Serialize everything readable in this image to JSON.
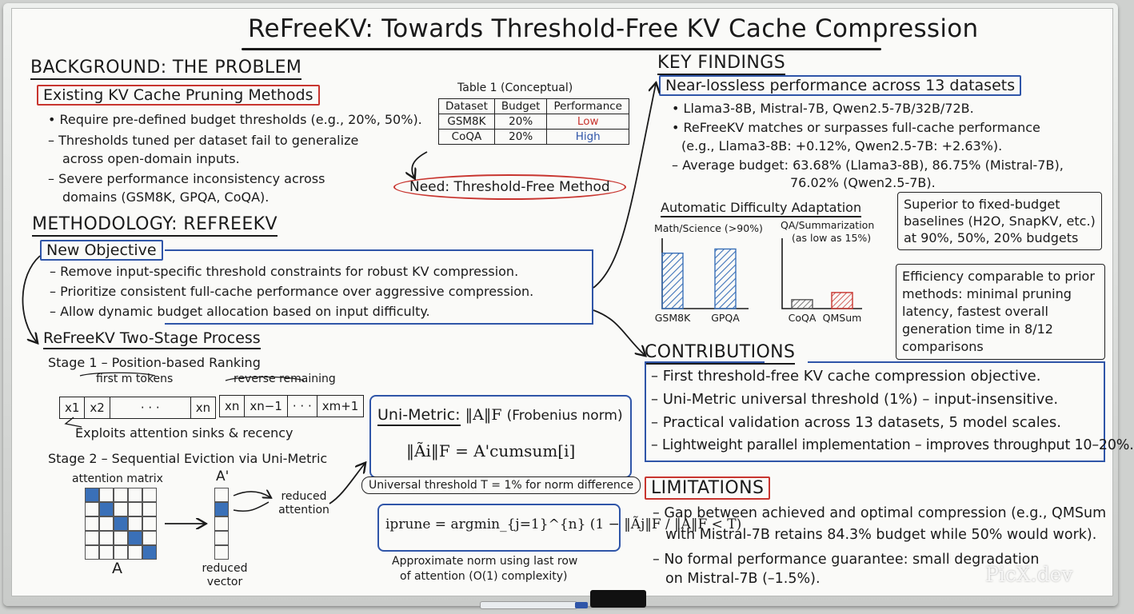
{
  "title": "ReFreeKV: Towards Threshold-Free KV Cache Compression",
  "background": {
    "heading": "BACKGROUND: THE PROBLEM",
    "subheading": "Existing KV Cache Pruning Methods",
    "bullets": [
      "• Require pre-defined budget thresholds (e.g., 20%, 50%).",
      "– Thresholds tuned per dataset fail to generalize",
      "across open-domain inputs.",
      "– Severe performance inconsistency across",
      "domains (GSM8K, GPQA, CoQA)."
    ]
  },
  "table1": {
    "caption": "Table 1 (Conceptual)",
    "headers": [
      "Dataset",
      "Budget",
      "Performance"
    ],
    "rows": [
      [
        "GSM8K",
        "20%",
        "Low"
      ],
      [
        "CoQA",
        "20%",
        "High"
      ]
    ],
    "low_color": "#c8352f",
    "high_color": "#2f55a8",
    "need": "Need: Threshold-Free Method"
  },
  "methodology": {
    "heading": "METHODOLOGY: REFREEKV",
    "objective_heading": "New Objective",
    "objective_bullets": [
      "– Remove input-specific threshold constraints for robust KV compression.",
      "– Prioritize consistent full-cache performance over aggressive compression.",
      "– Allow dynamic budget allocation based on input difficulty."
    ],
    "process_heading": "ReFreeKV Two-Stage Process",
    "stage1": "Stage 1 – Position-based Ranking",
    "first_m": "first m tokens",
    "reverse": "reverse remaining",
    "seq1": [
      "x1",
      "x2",
      "· · ·",
      "xn"
    ],
    "seq2": [
      "xn",
      "xn−1",
      "· · ·",
      "xm+1"
    ],
    "exploits": "Exploits attention sinks & recency",
    "stage2": "Stage 2 – Sequential Eviction via Uni-Metric",
    "attention_matrix": "attention matrix",
    "a_label": "A",
    "a_prime": "A'",
    "reduced_attention": "reduced attention",
    "reduced_vector": "reduced vector"
  },
  "unimetric": {
    "line1_label": "Uni-Metric:",
    "line1_math": "‖A‖F",
    "line1_note": "(Frobenius norm)",
    "line2": "‖Ãi‖F = A'cumsum[i]",
    "threshold": "Universal threshold T = 1% for norm difference",
    "prune": "iprune = argmin_{j=1}^{n} (1 − ‖Ãj‖F / ‖A‖F < T)",
    "approx": "Approximate norm using last row",
    "approx2": "of attention (O(1) complexity)"
  },
  "findings": {
    "heading": "KEY FINDINGS",
    "subheading": "Near-lossless performance across 13 datasets",
    "bullets": [
      "• Llama3-8B, Mistral-7B, Qwen2.5-7B/32B/72B.",
      "• ReFreeKV matches or surpasses full-cache performance",
      "(e.g., Llama3-8B: +0.12%, Qwen2.5-7B: +2.63%).",
      "– Average budget: 63.68% (Llama3-8B), 86.75% (Mistral-7B),",
      "76.02% (Qwen2.5-7B)."
    ],
    "adaptation_title": "Automatic Difficulty Adaptation",
    "math_label": "Math/Science (>90%)",
    "qa_label": "QA/Summarization",
    "qa_label2": "(as low as 15%)",
    "superior": "Superior to fixed-budget baselines (H2O, SnapKV, etc.) at 90%, 50%, 20% budgets",
    "efficiency": "Efficiency comparable to prior methods: minimal pruning latency, fastest overall generation time in 8/12 comparisons"
  },
  "chart_data": [
    {
      "type": "bar",
      "categories": [
        "GSM8K",
        "GPQA"
      ],
      "values": [
        93,
        100
      ],
      "title": "Math/Science (>90%)",
      "ylim": [
        0,
        110
      ],
      "color": "#3a70b8"
    },
    {
      "type": "bar",
      "categories": [
        "CoQA",
        "QMSum"
      ],
      "values": [
        15,
        27
      ],
      "title": "QA/Summarization (as low as 15%)",
      "ylim": [
        0,
        110
      ],
      "colors": [
        "#555555",
        "#c8352f"
      ]
    }
  ],
  "contributions": {
    "heading": "CONTRIBUTIONS",
    "bullets": [
      "– First threshold-free KV cache compression objective.",
      "– Uni-Metric universal threshold (1%) – input-insensitive.",
      "– Practical validation across 13 datasets, 5 model scales.",
      "– Lightweight parallel implementation – improves throughput 10–20%."
    ]
  },
  "limitations": {
    "heading": "LIMITATIONS",
    "bullets": [
      "– Gap between achieved and optimal compression (e.g., QMSum",
      "with Mistral-7B retains 84.3% budget while 50% would work).",
      "– No formal performance guarantee: small degradation",
      "on Mistral-7B (–1.5%)."
    ]
  },
  "watermark": "PicX.dev"
}
